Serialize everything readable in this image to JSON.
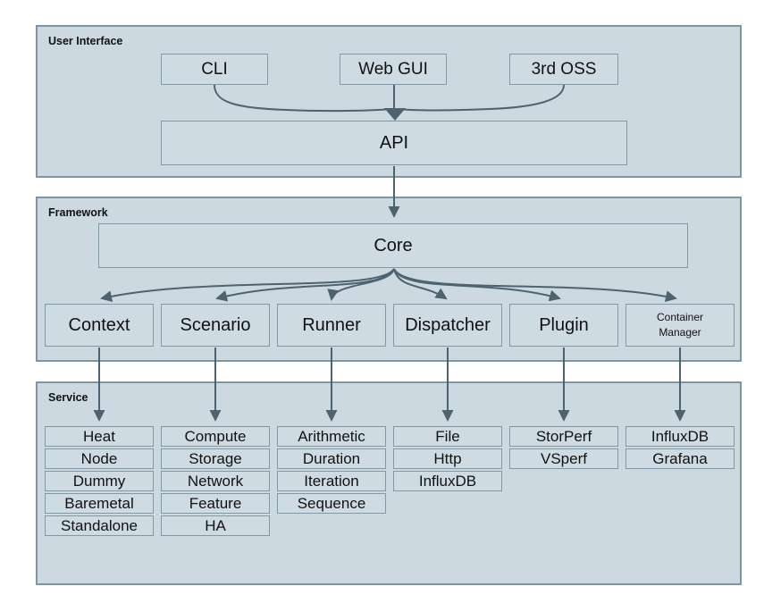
{
  "colors": {
    "page_bg": "#ffffff",
    "panel_fill": "#cdd9e0",
    "panel_border": "#7d96a1",
    "box_fill": "#cfdbe2",
    "box_border": "#8299a5",
    "arrow": "#4d6470",
    "text": "#111111"
  },
  "sections": {
    "user_interface": {
      "label": "User Interface",
      "boxes": [
        {
          "label": "CLI"
        },
        {
          "label": "Web GUI"
        },
        {
          "label": "3rd OSS"
        }
      ],
      "api_label": "API"
    },
    "framework": {
      "label": "Framework",
      "core_label": "Core",
      "modules": [
        {
          "label": "Context"
        },
        {
          "label": "Scenario"
        },
        {
          "label": "Runner"
        },
        {
          "label": "Dispatcher"
        },
        {
          "label": "Plugin"
        },
        {
          "label": "Container Manager",
          "lines": [
            "Container",
            "Manager"
          ]
        }
      ]
    },
    "service": {
      "label": "Service",
      "stacks": [
        {
          "items": [
            "Heat",
            "Node",
            "Dummy",
            "Baremetal",
            "Standalone"
          ]
        },
        {
          "items": [
            "Compute",
            "Storage",
            "Network",
            "Feature",
            "HA"
          ]
        },
        {
          "items": [
            "Arithmetic",
            "Duration",
            "Iteration",
            "Sequence"
          ]
        },
        {
          "items": [
            "File",
            "Http",
            "InfluxDB"
          ]
        },
        {
          "items": [
            "StorPerf",
            "VSperf"
          ]
        },
        {
          "items": [
            "InfluxDB",
            "Grafana"
          ]
        }
      ]
    }
  }
}
